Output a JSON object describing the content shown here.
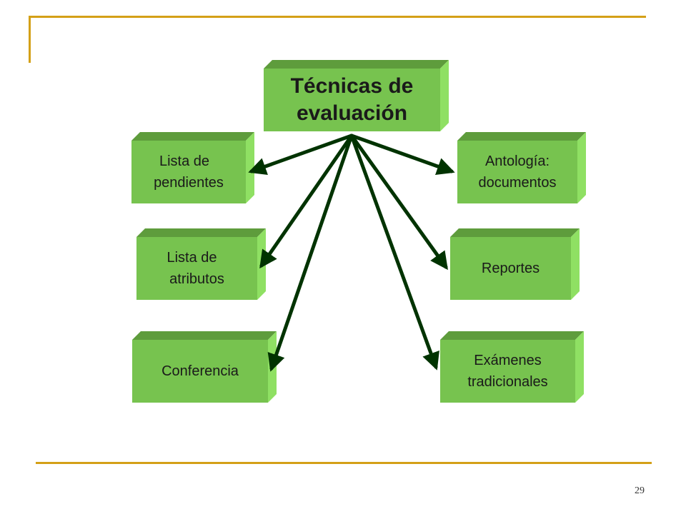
{
  "diagram": {
    "center": {
      "line1": "Técnicas de",
      "line2": "evaluación"
    },
    "left_boxes": [
      {
        "line1": "Lista de",
        "line2": "pendientes"
      },
      {
        "line1": "Lista de",
        "line2": "atributos"
      },
      {
        "line1": "Conferencia",
        "line2": ""
      }
    ],
    "right_boxes": [
      {
        "line1": "Antología:",
        "line2": "documentos"
      },
      {
        "line1": "Reportes",
        "line2": ""
      },
      {
        "line1": "Exámenes",
        "line2": "tradicionales"
      }
    ]
  },
  "page_number": "29",
  "colors": {
    "box_front": "#77c34f",
    "box_top": "#5e9c3c",
    "box_side": "#8fe063",
    "arrow": "#003300",
    "rule": "#d4a017"
  }
}
